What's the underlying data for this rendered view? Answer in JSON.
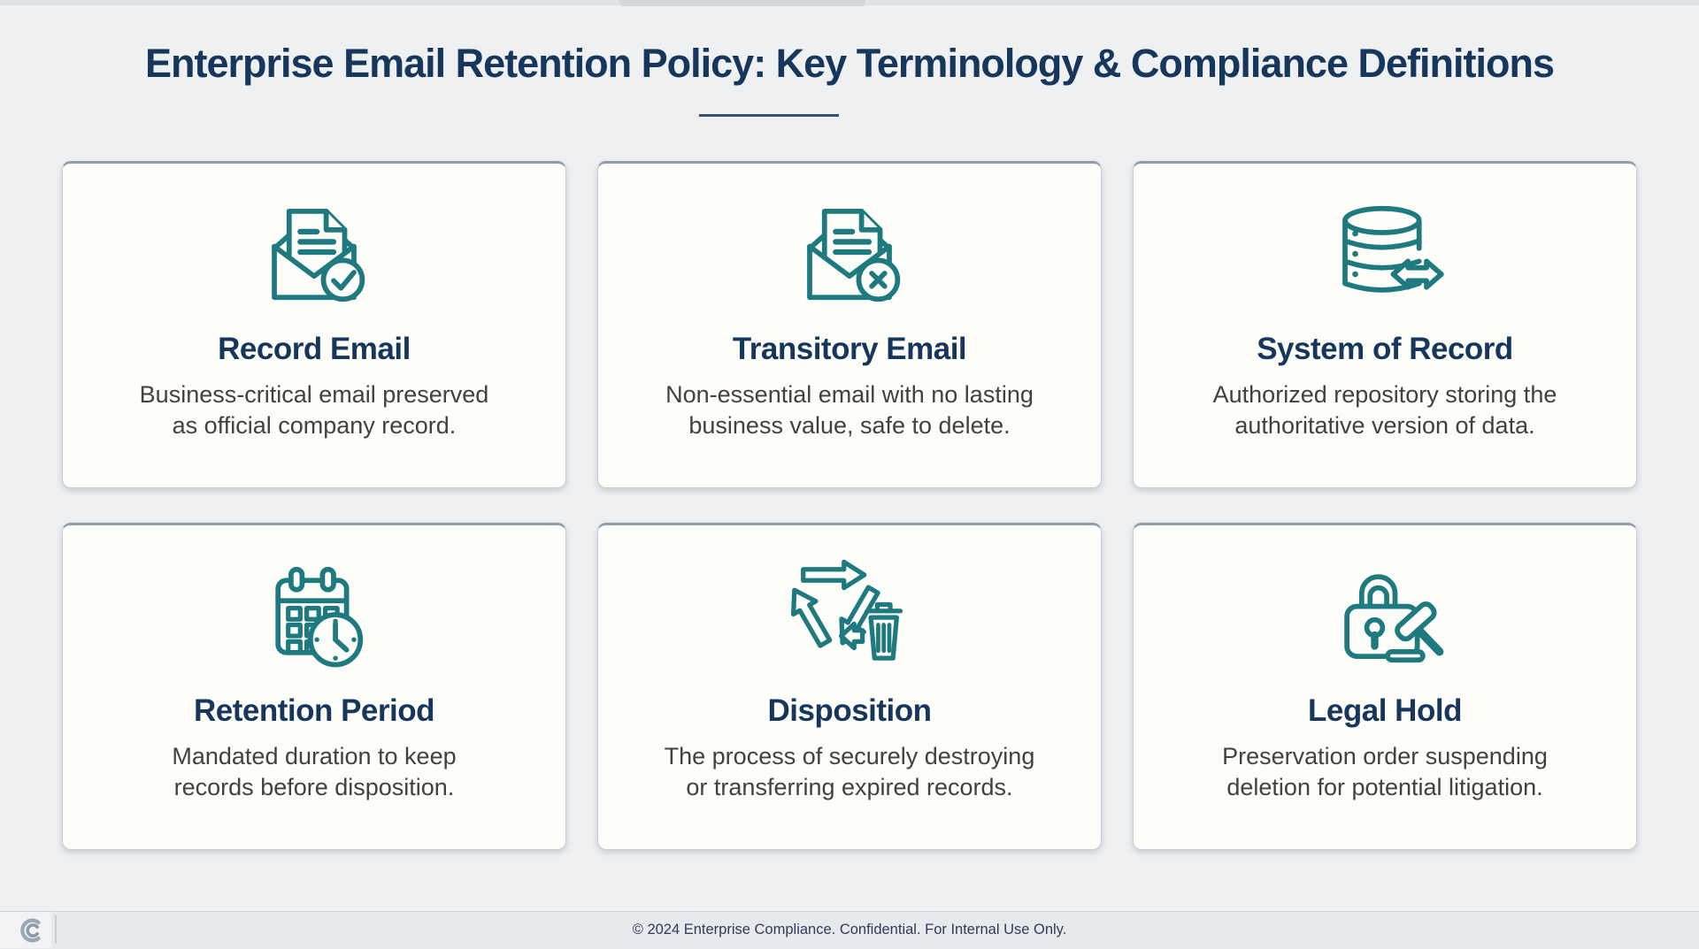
{
  "page": {
    "title": "Enterprise Email Retention Policy: Key Terminology & Compliance Definitions"
  },
  "cards": [
    {
      "icon": "record-email-icon",
      "title": "Record Email",
      "description_lines": [
        "Business-critical email preserved",
        "as official company record."
      ]
    },
    {
      "icon": "transitory-email-icon",
      "title": "Transitory Email",
      "description_lines": [
        "Non-essential email with no lasting",
        "business value, safe to delete."
      ]
    },
    {
      "icon": "system-of-record-icon",
      "title": "System of Record",
      "description_lines": [
        "Authorized repository storing the",
        "authoritative version of data."
      ]
    },
    {
      "icon": "retention-period-icon",
      "title": "Retention Period",
      "description_lines": [
        "Mandated duration to keep",
        "records before disposition."
      ]
    },
    {
      "icon": "disposition-icon",
      "title": "Disposition",
      "description_lines": [
        "The process of securely destroying",
        "or transferring expired records."
      ]
    },
    {
      "icon": "legal-hold-icon",
      "title": "Legal Hold",
      "description_lines": [
        "Preservation order suspending",
        "deletion for potential litigation."
      ]
    }
  ],
  "footer": {
    "text": "© 2024 Enterprise Compliance. Confidential. For Internal Use Only.",
    "logo_icon": "copyright-logo-icon"
  },
  "colors": {
    "accent_teal": "#1e7a7e",
    "heading_navy": "#16365c",
    "body_text": "#45403a",
    "page_bg": "#eef0f2",
    "card_bg": "#fdfdfa",
    "card_border": "#c9ced3",
    "footer_text": "#2e3c58"
  }
}
